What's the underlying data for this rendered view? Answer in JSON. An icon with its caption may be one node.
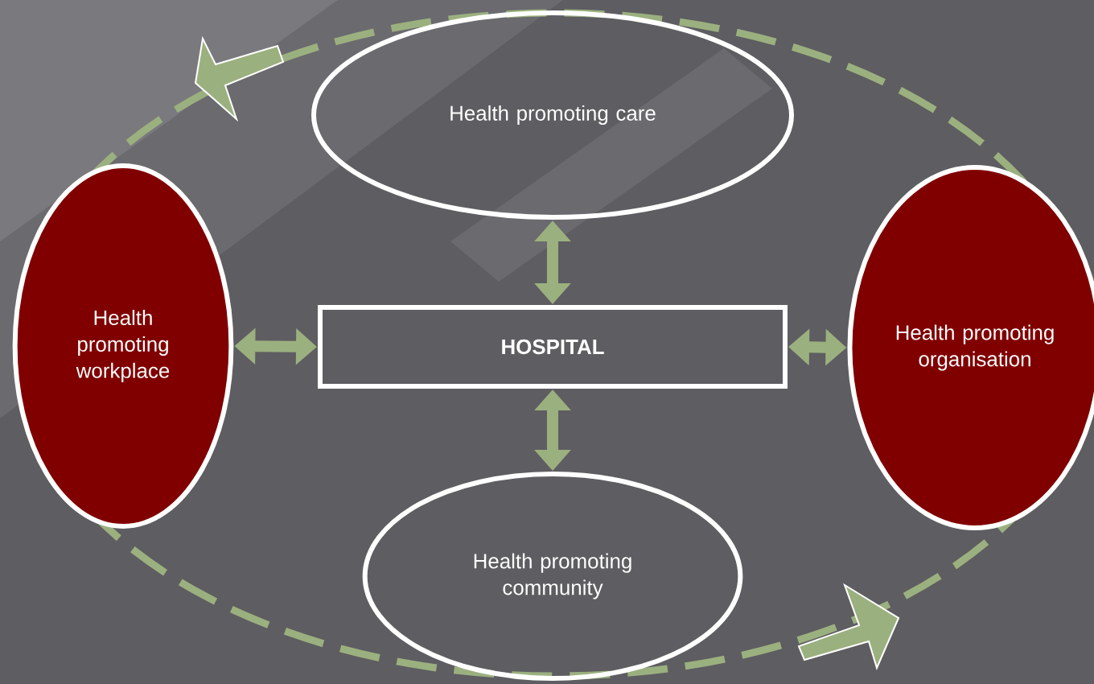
{
  "diagram": {
    "nodes": [
      {
        "text": [
          "HOSPITAL"
        ]
      },
      {
        "text": [
          "Health promoting care"
        ]
      },
      {
        "text": [
          "Health promoting workplace"
        ]
      },
      {
        "text": [
          "Health promoting organisation"
        ]
      },
      {
        "text": [
          "Health promoting community"
        ]
      }
    ],
    "edges": [
      {
        "from": 0,
        "to": 1,
        "arrow": "both"
      },
      {
        "from": 0,
        "to": 2,
        "arrow": "both"
      },
      {
        "from": 0,
        "to": 3,
        "arrow": "both"
      },
      {
        "from": 0,
        "to": 4,
        "arrow": "both"
      }
    ]
  }
}
